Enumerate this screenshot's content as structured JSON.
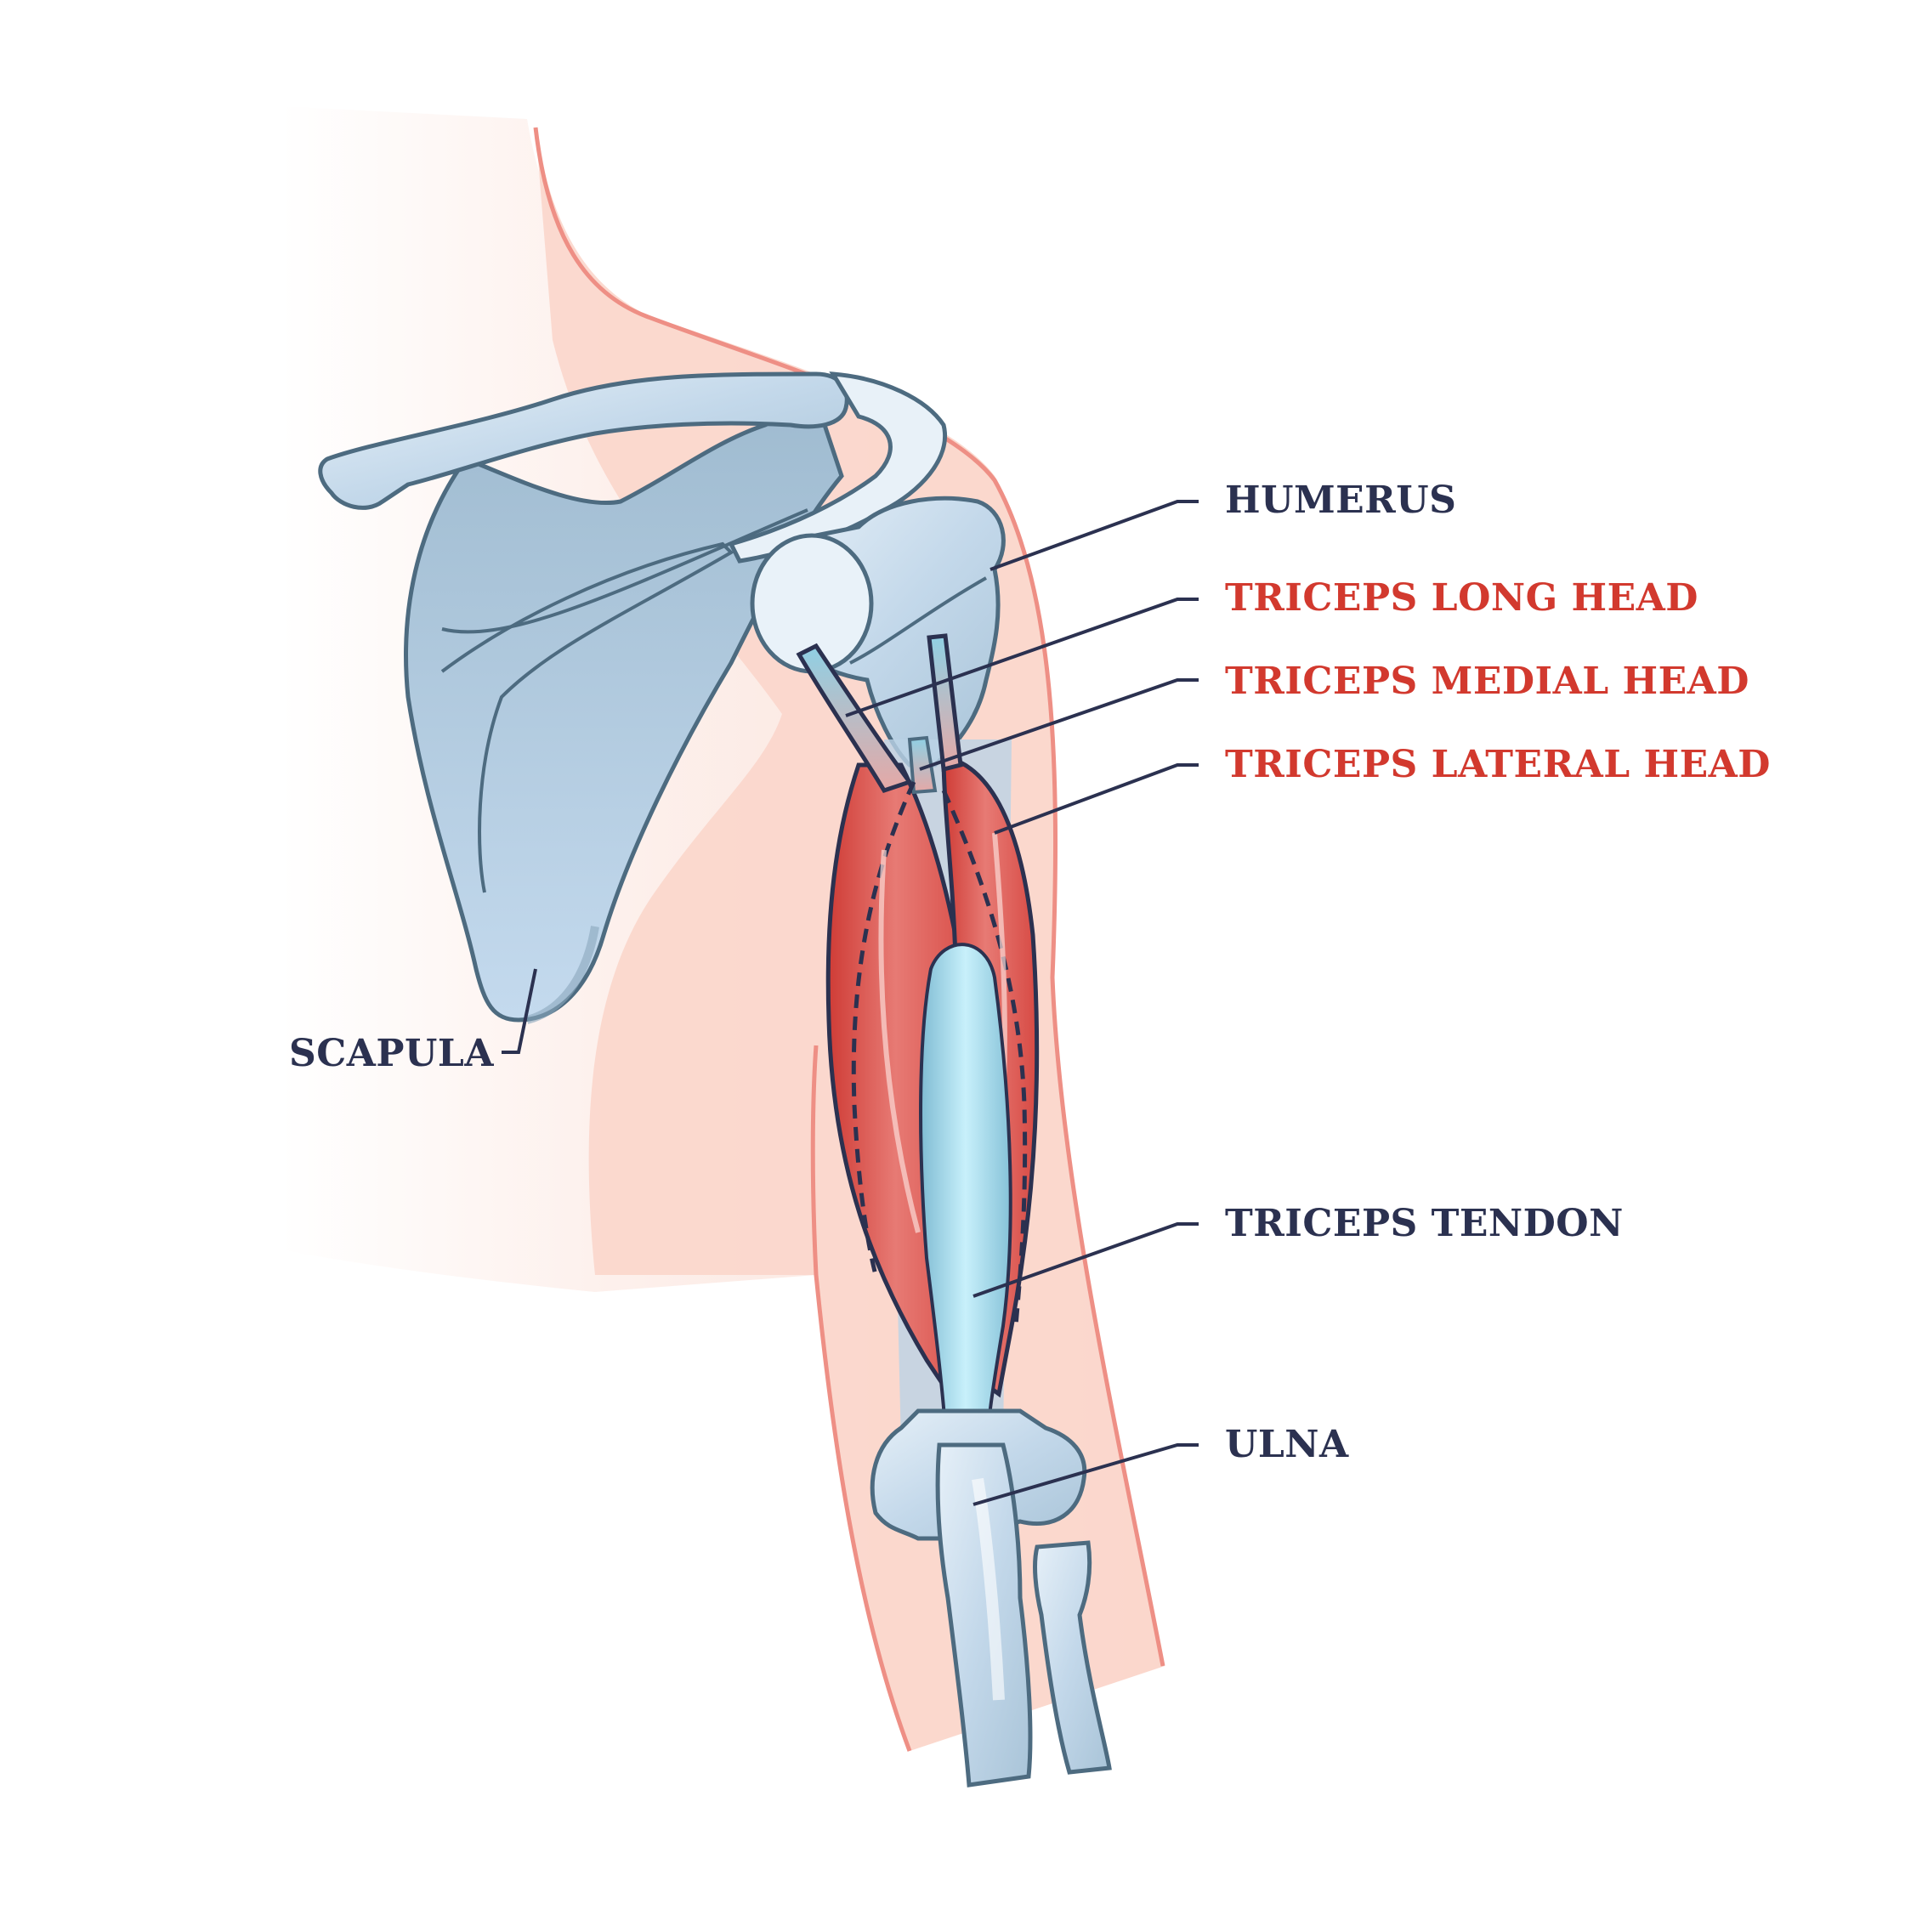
{
  "diagram": {
    "subject": "Triceps anatomy of the upper arm and shoulder",
    "colors": {
      "background": "#ffffff",
      "skin_light": "#fdeee9",
      "skin": "#fbd6cb",
      "skin_outline": "#ee8f85",
      "bone": "#c3d8ea",
      "bone_highlight": "#eef5fb",
      "bone_shadow": "#9db8cd",
      "bone_outline": "#4d6b80",
      "muscle": "#e0605c",
      "muscle_dark": "#cf3c36",
      "muscle_light": "#f1aaa5",
      "tendon": "#8cc6dc",
      "tendon_light": "#c8f0fb",
      "line": "#2b3150",
      "label_dark": "#2b3150",
      "label_red": "#d2392e"
    },
    "labels": [
      {
        "id": "humerus",
        "text": "HUMERUS",
        "color": "dark"
      },
      {
        "id": "triceps_long_head",
        "text": "TRICEPS LONG HEAD",
        "color": "red"
      },
      {
        "id": "triceps_medial_head",
        "text": "TRICEPS MEDIAL HEAD",
        "color": "red"
      },
      {
        "id": "triceps_lateral_head",
        "text": "TRICEPS LATERAL HEAD",
        "color": "red"
      },
      {
        "id": "triceps_tendon",
        "text": "TRICEPS TENDON",
        "color": "dark"
      },
      {
        "id": "ulna",
        "text": "ULNA",
        "color": "dark"
      },
      {
        "id": "scapula",
        "text": "SCAPULA",
        "color": "dark"
      }
    ]
  }
}
